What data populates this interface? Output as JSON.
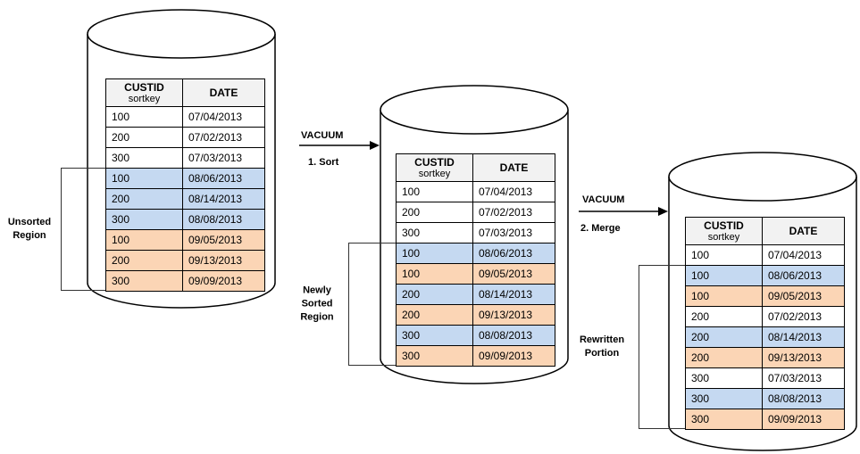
{
  "colors": {
    "row-blue": "#c5d9f1",
    "row-orange": "#fbd5b5",
    "header-bg": "#f2f2f2",
    "line": "#000000"
  },
  "stages": [
    {
      "header": {
        "col1": "CUSTID",
        "col1_sub": "sortkey",
        "col2": "DATE"
      },
      "rows": [
        {
          "custid": "100",
          "date": "07/04/2013",
          "band": "white"
        },
        {
          "custid": "200",
          "date": "07/02/2013",
          "band": "white"
        },
        {
          "custid": "300",
          "date": "07/03/2013",
          "band": "white"
        },
        {
          "custid": "100",
          "date": "08/06/2013",
          "band": "blue"
        },
        {
          "custid": "200",
          "date": "08/14/2013",
          "band": "blue"
        },
        {
          "custid": "300",
          "date": "08/08/2013",
          "band": "blue"
        },
        {
          "custid": "100",
          "date": "09/05/2013",
          "band": "orange"
        },
        {
          "custid": "200",
          "date": "09/13/2013",
          "band": "orange"
        },
        {
          "custid": "300",
          "date": "09/09/2013",
          "band": "orange"
        }
      ],
      "bracket_label": "Unsorted\nRegion"
    },
    {
      "header": {
        "col1": "CUSTID",
        "col1_sub": "sortkey",
        "col2": "DATE"
      },
      "rows": [
        {
          "custid": "100",
          "date": "07/04/2013",
          "band": "white"
        },
        {
          "custid": "200",
          "date": "07/02/2013",
          "band": "white"
        },
        {
          "custid": "300",
          "date": "07/03/2013",
          "band": "white"
        },
        {
          "custid": "100",
          "date": "08/06/2013",
          "band": "blue"
        },
        {
          "custid": "100",
          "date": "09/05/2013",
          "band": "orange"
        },
        {
          "custid": "200",
          "date": "08/14/2013",
          "band": "blue"
        },
        {
          "custid": "200",
          "date": "09/13/2013",
          "band": "orange"
        },
        {
          "custid": "300",
          "date": "08/08/2013",
          "band": "blue"
        },
        {
          "custid": "300",
          "date": "09/09/2013",
          "band": "orange"
        }
      ],
      "bracket_label": "Newly\nSorted\nRegion"
    },
    {
      "header": {
        "col1": "CUSTID",
        "col1_sub": "sortkey",
        "col2": "DATE"
      },
      "rows": [
        {
          "custid": "100",
          "date": "07/04/2013",
          "band": "white"
        },
        {
          "custid": "100",
          "date": "08/06/2013",
          "band": "blue"
        },
        {
          "custid": "100",
          "date": "09/05/2013",
          "band": "orange"
        },
        {
          "custid": "200",
          "date": "07/02/2013",
          "band": "white"
        },
        {
          "custid": "200",
          "date": "08/14/2013",
          "band": "blue"
        },
        {
          "custid": "200",
          "date": "09/13/2013",
          "band": "orange"
        },
        {
          "custid": "300",
          "date": "07/03/2013",
          "band": "white"
        },
        {
          "custid": "300",
          "date": "08/08/2013",
          "band": "blue"
        },
        {
          "custid": "300",
          "date": "09/09/2013",
          "band": "orange"
        }
      ],
      "bracket_label": "Rewritten\nPortion"
    }
  ],
  "arrows": [
    {
      "title": "VACUUM",
      "step": "1. Sort"
    },
    {
      "title": "VACUUM",
      "step": "2. Merge"
    }
  ]
}
